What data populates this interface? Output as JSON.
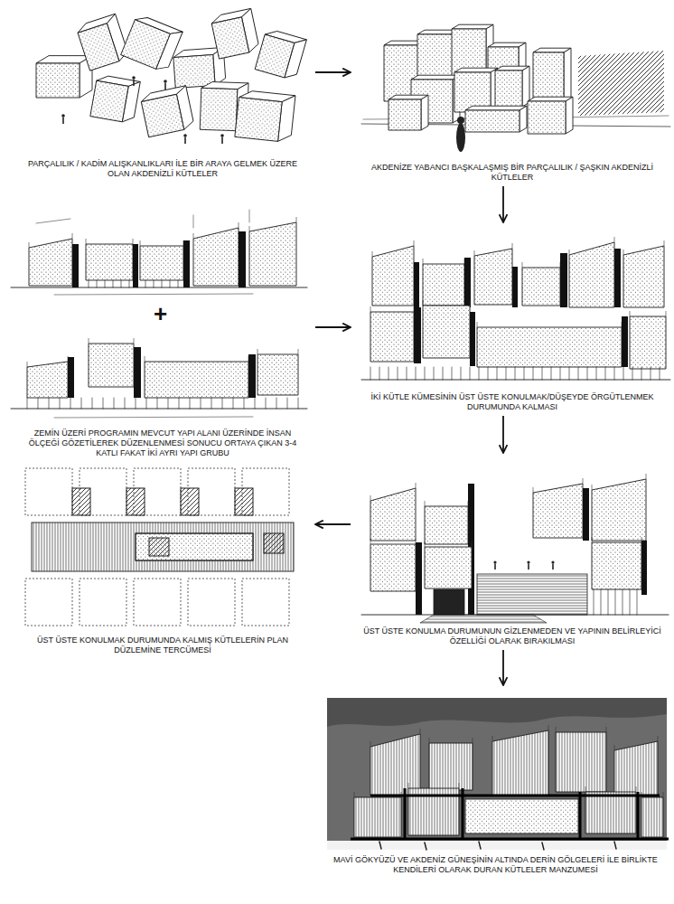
{
  "diagram": {
    "nodes": [
      {
        "text": [
          "PARÇALILIK / KADİM ALIŞKANLIKLARI İLE BİR ARAYA GELMEK ÜZERE OLAN AKDENİZLİ KÜTLELER"
        ]
      },
      {
        "text": [
          "AKDENİZE YABANCI BAŞKALAŞMIŞ BİR PARÇALILIK / ŞAŞKIN AKDENİZLİ KÜTLELER"
        ]
      },
      {
        "text": [
          "ZEMİN ÜZERİ PROGRAMIN MEVCUT YAPI ALANI ÜZERİNDE İNSAN ÖLÇEĞİ GÖZETİLEREK DÜZENLENMESİ SONUCU ORTAYA ÇIKAN 3-4 KATLI FAKAT İKİ AYRI YAPI GRUBU"
        ]
      },
      {
        "text": [
          "İKİ KÜTLE KÜMESİNİN ÜST ÜSTE KONULMAK/DÜŞEYDE ÖRGÜTLENMEK DURUMUNDA KALMASI"
        ]
      },
      {
        "text": [
          "ÜST ÜSTE KONULMAK DURUMUNDA KALMIŞ KÜTLELERİN PLAN DÜZLEMİNE TERCÜMESİ"
        ]
      },
      {
        "text": [
          "ÜST ÜSTE KONULMA DURUMUNUN GİZLENMEDEN VE YAPININ BELİRLEYİCİ ÖZELLİĞİ OLARAK BIRAKILMASI"
        ]
      },
      {
        "text": [
          "MAVİ GÖKYÜZÜ VE AKDENİZ GÜNEŞİNİN ALTINDA DERİN GÖLGELERİ İLE BİRLİKTE KENDİLERİ OLARAK DURAN KÜTLELER MANZUMESİ"
        ]
      }
    ],
    "edges": [
      {
        "from": 0,
        "to": 1,
        "arrow": "to"
      },
      {
        "from": 1,
        "to": 3,
        "arrow": "to"
      },
      {
        "from": 2,
        "to": 3,
        "arrow": "to"
      },
      {
        "from": 3,
        "to": 5,
        "arrow": "to"
      },
      {
        "from": 5,
        "to": 4,
        "arrow": "to"
      },
      {
        "from": 5,
        "to": 6,
        "arrow": "to"
      }
    ],
    "labels": [
      "+"
    ]
  }
}
